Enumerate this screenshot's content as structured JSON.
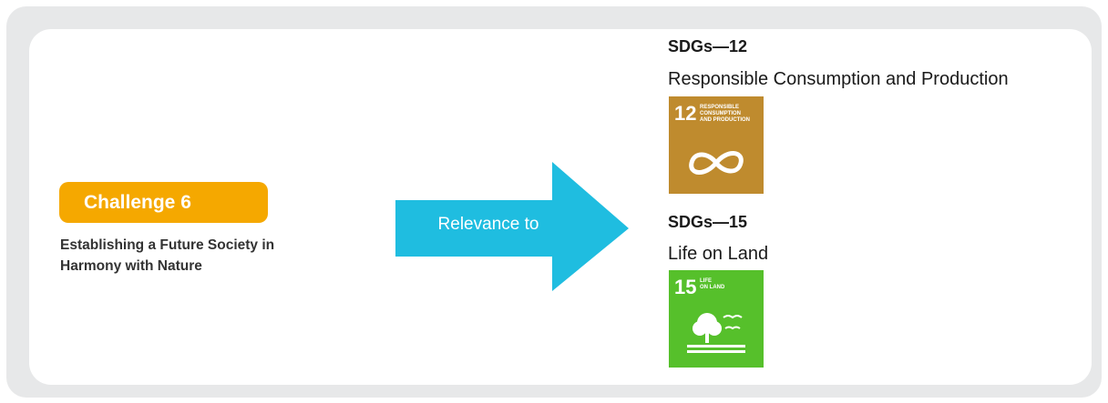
{
  "challenge": {
    "label": "Challenge 6",
    "description_line1": "Establishing a Future Society in",
    "description_line2": "Harmony with Nature"
  },
  "arrow": {
    "label": "Relevance to"
  },
  "sdgs": [
    {
      "code": "SDGs—12",
      "name": "Responsible Consumption and Production",
      "icon_number": "12",
      "icon_caption": [
        "RESPONSIBLE",
        "CONSUMPTION",
        "AND PRODUCTION"
      ],
      "color": "#bf8b2e"
    },
    {
      "code": "SDGs—15",
      "name": "Life on Land",
      "icon_number": "15",
      "icon_caption": [
        "LIFE",
        "ON LAND"
      ],
      "color": "#56c02b"
    }
  ],
  "colors": {
    "challenge_badge": "#f5a800",
    "arrow": "#1fbde0",
    "panel_bg": "#e7e8e9"
  }
}
